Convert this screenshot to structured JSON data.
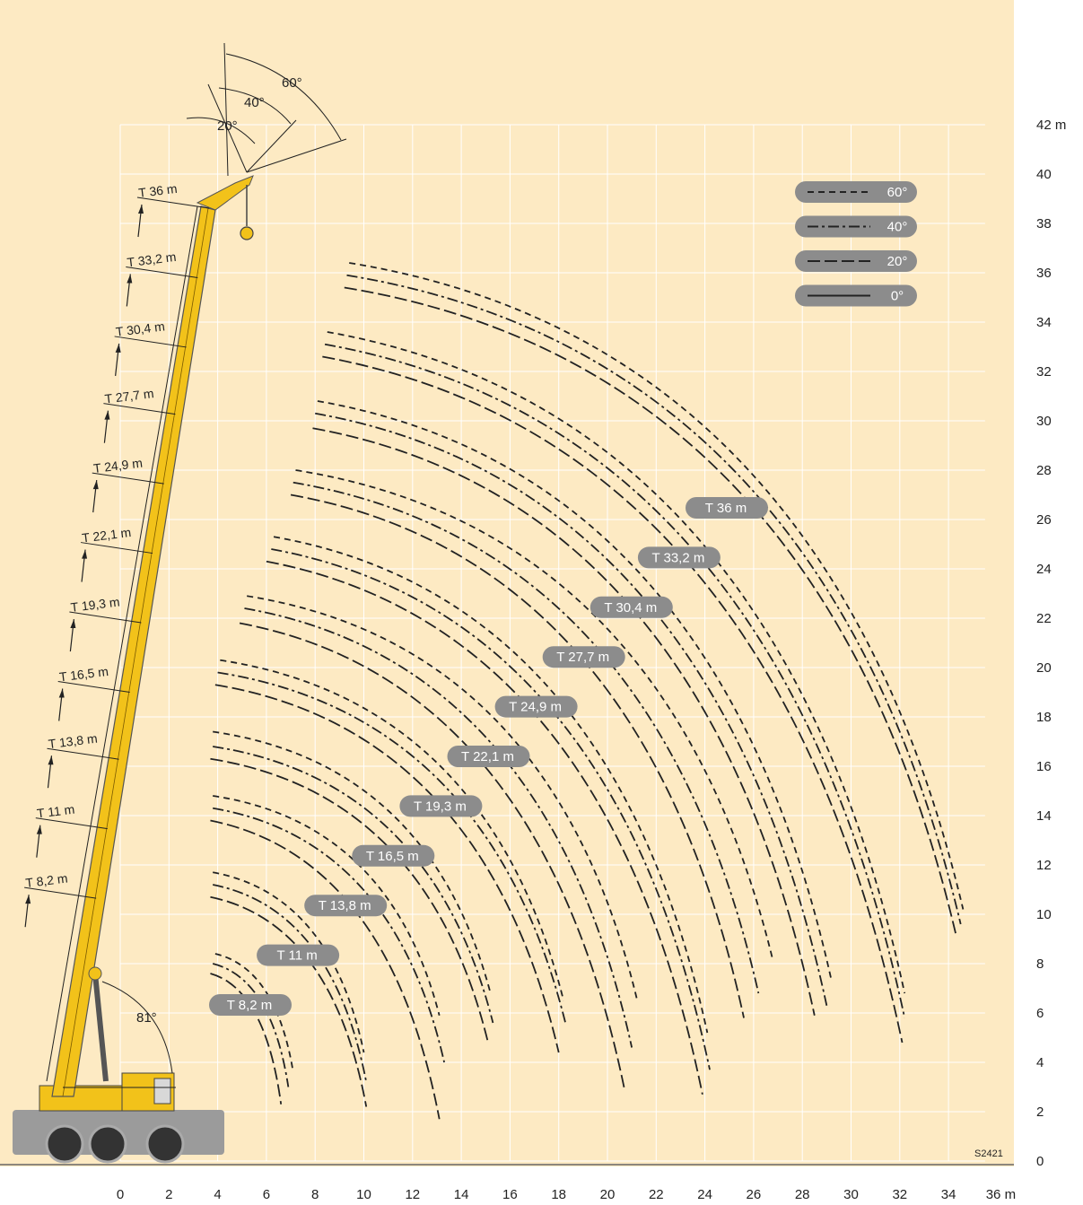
{
  "chart_data": {
    "type": "line",
    "title": "",
    "xlabel": "",
    "ylabel": "",
    "x_unit": "m",
    "y_unit": "m",
    "xlim": [
      -3.5,
      36
    ],
    "ylim": [
      0,
      42
    ],
    "x_ticks": [
      "0",
      "2",
      "4",
      "6",
      "8",
      "10",
      "12",
      "14",
      "16",
      "18",
      "20",
      "22",
      "24",
      "26",
      "28",
      "30",
      "32",
      "34",
      "36 m"
    ],
    "y_ticks": [
      "0",
      "2",
      "4",
      "6",
      "8",
      "10",
      "12",
      "14",
      "16",
      "18",
      "20",
      "22",
      "24",
      "26",
      "28",
      "30",
      "32",
      "34",
      "36",
      "38",
      "40",
      "42 m"
    ],
    "legend": {
      "placement": "top-right",
      "entries": [
        {
          "label": "60°",
          "style": "dashed"
        },
        {
          "label": "40°",
          "style": "dash-dot"
        },
        {
          "label": "20°",
          "style": "long-dash"
        },
        {
          "label": "0°",
          "style": "solid"
        }
      ]
    },
    "series": [
      {
        "name": "T 8,2 m",
        "boom_length_m": 8.2,
        "jib": [
          {
            "offset": "60°",
            "start": [
              3.9,
              8.4
            ],
            "end": [
              7.1,
              3.6
            ]
          },
          {
            "offset": "40°",
            "start": [
              3.8,
              8.0
            ],
            "end": [
              6.9,
              3.0
            ]
          },
          {
            "offset": "20°",
            "start": [
              3.7,
              7.6
            ],
            "end": [
              6.6,
              2.3
            ]
          }
        ]
      },
      {
        "name": "T 11 m",
        "boom_length_m": 11.0,
        "jib": [
          {
            "offset": "60°",
            "start": [
              3.8,
              11.7
            ],
            "end": [
              10.0,
              4.4
            ]
          },
          {
            "offset": "40°",
            "start": [
              3.8,
              11.2
            ],
            "end": [
              10.1,
              3.2
            ]
          },
          {
            "offset": "20°",
            "start": [
              3.7,
              10.7
            ],
            "end": [
              10.1,
              2.2
            ]
          }
        ]
      },
      {
        "name": "T 13,8 m",
        "boom_length_m": 13.8,
        "jib": [
          {
            "offset": "60°",
            "start": [
              3.8,
              14.8
            ],
            "end": [
              13.1,
              5.9
            ]
          },
          {
            "offset": "40°",
            "start": [
              3.8,
              14.3
            ],
            "end": [
              13.3,
              4.0
            ]
          },
          {
            "offset": "20°",
            "start": [
              3.7,
              13.8
            ],
            "end": [
              13.1,
              1.7
            ]
          }
        ]
      },
      {
        "name": "T 16,5 m",
        "boom_length_m": 16.5,
        "jib": [
          {
            "offset": "60°",
            "start": [
              3.8,
              17.4
            ],
            "end": [
              15.2,
              6.8
            ]
          },
          {
            "offset": "40°",
            "start": [
              3.8,
              16.8
            ],
            "end": [
              15.3,
              5.6
            ]
          },
          {
            "offset": "20°",
            "start": [
              3.7,
              16.3
            ],
            "end": [
              15.1,
              4.8
            ]
          }
        ]
      },
      {
        "name": "T 19,3 m",
        "boom_length_m": 19.3,
        "jib": [
          {
            "offset": "60°",
            "start": [
              4.1,
              20.3
            ],
            "end": [
              18.2,
              6.5
            ]
          },
          {
            "offset": "40°",
            "start": [
              4.0,
              19.8
            ],
            "end": [
              18.3,
              5.5
            ]
          },
          {
            "offset": "20°",
            "start": [
              3.9,
              19.3
            ],
            "end": [
              18.0,
              4.4
            ]
          }
        ]
      },
      {
        "name": "T 22,1 m",
        "boom_length_m": 22.1,
        "jib": [
          {
            "offset": "60°",
            "start": [
              5.2,
              22.9
            ],
            "end": [
              21.2,
              6.6
            ]
          },
          {
            "offset": "40°",
            "start": [
              5.1,
              22.4
            ],
            "end": [
              21.0,
              4.6
            ]
          },
          {
            "offset": "20°",
            "start": [
              4.9,
              21.8
            ],
            "end": [
              20.7,
              2.9
            ]
          }
        ]
      },
      {
        "name": "T 24,9 m",
        "boom_length_m": 24.9,
        "jib": [
          {
            "offset": "60°",
            "start": [
              6.3,
              25.3
            ],
            "end": [
              24.1,
              5.2
            ]
          },
          {
            "offset": "40°",
            "start": [
              6.2,
              24.8
            ],
            "end": [
              24.2,
              3.7
            ]
          },
          {
            "offset": "20°",
            "start": [
              6.0,
              24.3
            ],
            "end": [
              23.9,
              2.7
            ]
          }
        ]
      },
      {
        "name": "T 27,7 m",
        "boom_length_m": 27.7,
        "jib": [
          {
            "offset": "60°",
            "start": [
              7.2,
              28.0
            ],
            "end": [
              26.8,
              8.1
            ]
          },
          {
            "offset": "40°",
            "start": [
              7.1,
              27.5
            ],
            "end": [
              26.2,
              6.8
            ]
          },
          {
            "offset": "20°",
            "start": [
              7.0,
              27.0
            ],
            "end": [
              25.6,
              5.8
            ]
          }
        ]
      },
      {
        "name": "T 30,4 m",
        "boom_length_m": 30.4,
        "jib": [
          {
            "offset": "60°",
            "start": [
              8.1,
              30.8
            ],
            "end": [
              29.2,
              7.3
            ]
          },
          {
            "offset": "40°",
            "start": [
              8.0,
              30.3
            ],
            "end": [
              29.0,
              6.3
            ]
          },
          {
            "offset": "20°",
            "start": [
              7.9,
              29.7
            ],
            "end": [
              28.5,
              5.9
            ]
          }
        ]
      },
      {
        "name": "T 33,2 m",
        "boom_length_m": 33.2,
        "jib": [
          {
            "offset": "60°",
            "start": [
              8.5,
              33.6
            ],
            "end": [
              32.2,
              6.8
            ]
          },
          {
            "offset": "40°",
            "start": [
              8.4,
              33.1
            ],
            "end": [
              32.2,
              5.8
            ]
          },
          {
            "offset": "20°",
            "start": [
              8.3,
              32.6
            ],
            "end": [
              32.1,
              4.8
            ]
          }
        ]
      },
      {
        "name": "T 36 m",
        "boom_length_m": 36.0,
        "jib": [
          {
            "offset": "60°",
            "start": [
              9.4,
              36.4
            ],
            "end": [
              34.6,
              10.2
            ]
          },
          {
            "offset": "40°",
            "start": [
              9.3,
              35.9
            ],
            "end": [
              34.5,
              9.6
            ]
          },
          {
            "offset": "20°",
            "start": [
              9.2,
              35.4
            ],
            "end": [
              34.3,
              9.2
            ]
          }
        ]
      }
    ],
    "boom_labels": [
      "T 8,2 m",
      "T 11 m",
      "T 13,8 m",
      "T 16,5 m",
      "T 19,3 m",
      "T 22,1 m",
      "T 24,9 m",
      "T 27,7 m",
      "T 30,4 m",
      "T 33,2 m",
      "T 36 m"
    ],
    "angle_labels": {
      "luffing": "81°",
      "offsets": [
        "20°",
        "40°",
        "60°"
      ]
    },
    "drawing_code": "S2421",
    "grid": true,
    "colors": {
      "background": "#fdeac3",
      "grid": "#ffffff",
      "boom_yellow": "#f2c21a",
      "pill": "#8c8c8c",
      "curve": "#222222"
    }
  }
}
